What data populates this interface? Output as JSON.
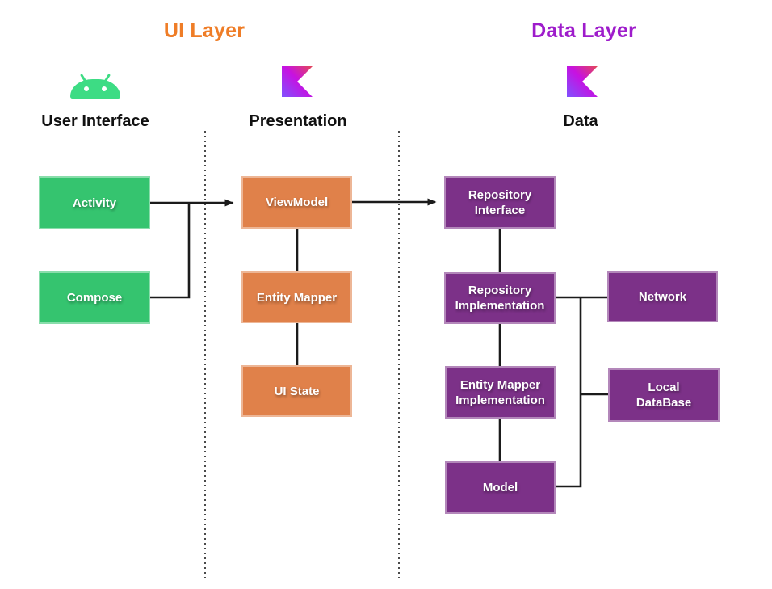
{
  "titles": {
    "ui_layer": "UI Layer",
    "data_layer": "Data Layer"
  },
  "sections": {
    "user_interface": {
      "label": "User Interface",
      "icon": "android-icon"
    },
    "presentation": {
      "label": "Presentation",
      "icon": "kotlin-icon"
    },
    "data": {
      "label": "Data",
      "icon": "kotlin-icon"
    }
  },
  "nodes": {
    "activity": {
      "label": "Activity",
      "color": "green"
    },
    "compose": {
      "label": "Compose",
      "color": "green"
    },
    "viewmodel": {
      "label": "ViewModel",
      "color": "orange"
    },
    "entity_mapper": {
      "label": "Entity Mapper",
      "color": "orange"
    },
    "ui_state": {
      "label": "UI State",
      "color": "orange"
    },
    "repository_interface": {
      "label": "Repository\nInterface",
      "color": "purple"
    },
    "repository_implementation": {
      "label": "Repository\nImplementation",
      "color": "purple"
    },
    "entity_mapper_implementation": {
      "label": "Entity Mapper\nImplementation",
      "color": "purple"
    },
    "model": {
      "label": "Model",
      "color": "purple"
    },
    "network": {
      "label": "Network",
      "color": "purple"
    },
    "local_database": {
      "label": "Local\nDataBase",
      "color": "purple"
    }
  },
  "edges": [
    "Activity -> ViewModel (arrow)",
    "Compose -> ViewModel (merges into Activity line)",
    "ViewModel -> Repository Interface (arrow)",
    "ViewModel - Entity Mapper - UI State (vertical chain)",
    "Repository Interface - Repository Implementation - Entity Mapper Implementation - Model (vertical chain)",
    "Repository Implementation - Network",
    "Repository Implementation - Local DataBase",
    "Repository Implementation - Model (right-side trunk)"
  ],
  "colors": {
    "ui_layer_title": "#EF7D27",
    "data_layer_title": "#9E1CCB",
    "green_box": "#35C46F",
    "orange_box": "#E0814A",
    "purple_box": "#7C3188",
    "android_green": "#3DDC84",
    "kotlin_gradient": [
      "#E44857",
      "#C711E1",
      "#7F52FF"
    ],
    "connector": "#1B1B1B",
    "divider": "#4A4A4A"
  }
}
